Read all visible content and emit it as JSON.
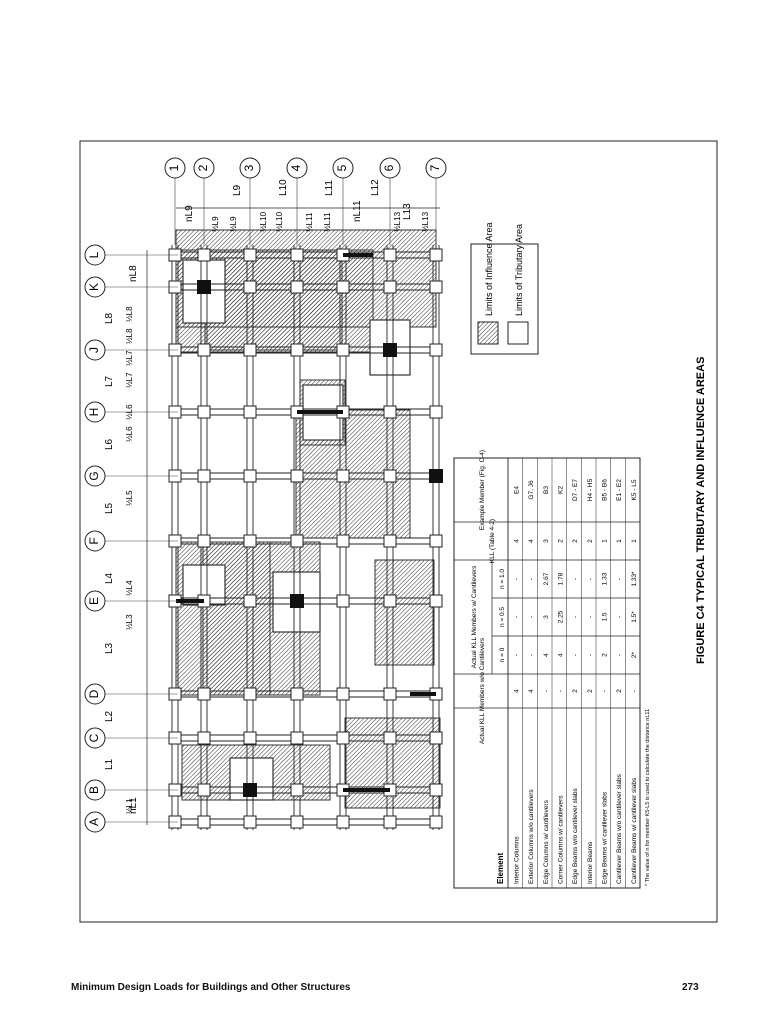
{
  "figure": {
    "caption": "FIGURE C4  TYPICAL TRIBUTARY AND INFLUENCE AREAS",
    "col_letters": [
      "A",
      "B",
      "C",
      "D",
      "E",
      "F",
      "G",
      "H",
      "J",
      "K",
      "L"
    ],
    "row_numbers": [
      "1",
      "2",
      "3",
      "4",
      "5",
      "6",
      "7"
    ],
    "letter_spans": [
      "L1",
      "L2",
      "L3",
      "L4",
      "L5",
      "L6",
      "L7",
      "L8"
    ],
    "letter_half_dims": [
      "½L1",
      "½L3",
      "½L4",
      "½L5",
      "½L6",
      "½L6",
      "½L7",
      "½L7",
      "½L8",
      "½L8"
    ],
    "letter_n_dims": [
      "nL1",
      "nL8"
    ],
    "number_spans": [
      "L9",
      "L10",
      "L11",
      "L12"
    ],
    "number_half_dims": [
      "½L9",
      "½L9",
      "½L10",
      "½L10",
      "½L11",
      "½L11",
      "½L13",
      "½L13"
    ],
    "number_n_dims": [
      "nL9",
      "nL11"
    ],
    "number_extra_dim": "L13",
    "legend": {
      "influence": "Limits of Influence Area",
      "tributary": "Limits of Tributary Area"
    }
  },
  "table": {
    "header_element": "Element",
    "header_wo": "Actual KLL Members w/o Cantilevers",
    "header_w": "Actual KLL Members w/ Cantilevers",
    "header_n0": "n = 0",
    "header_n05": "n = 0.5",
    "header_n10": "n = 1.0",
    "header_kll": "KLL (Table 4-2)",
    "header_example": "Example Member (Fig. C-4)",
    "rows": [
      {
        "element": "Interior Columns",
        "wo": "4",
        "n0": "-",
        "n05": "-",
        "n10": "-",
        "kll": "4",
        "ex": "E4"
      },
      {
        "element": "Exterior Columns w/o cantilevers",
        "wo": "4",
        "n0": "-",
        "n05": "-",
        "n10": "-",
        "kll": "4",
        "ex": "G7, J6"
      },
      {
        "element": "Edge Columns w/ cantilevers",
        "wo": "-",
        "n0": "4",
        "n05": "3",
        "n10": "2.67",
        "kll": "3",
        "ex": "B3"
      },
      {
        "element": "Corner Columns w/ cantilevers",
        "wo": "-",
        "n0": "4",
        "n05": "2.25",
        "n10": "1.78",
        "kll": "2",
        "ex": "K2"
      },
      {
        "element": "Edge Beams w/o cantilever slabs",
        "wo": "2",
        "n0": "-",
        "n05": "-",
        "n10": "-",
        "kll": "2",
        "ex": "D7 - E7"
      },
      {
        "element": "Interior Beams",
        "wo": "2",
        "n0": "-",
        "n05": "-",
        "n10": "-",
        "kll": "2",
        "ex": "H4 - H5"
      },
      {
        "element": "Edge Beams w/ cantilever slabs",
        "wo": "-",
        "n0": "2",
        "n05": "1.5",
        "n10": "1.33",
        "kll": "1",
        "ex": "B5 - B6"
      },
      {
        "element": "Cantilever Beams w/o cantilever slabs",
        "wo": "2",
        "n0": "-",
        "n05": "-",
        "n10": "-",
        "kll": "1",
        "ex": "E1 - E2"
      },
      {
        "element": "Cantilever Beams w/ cantilever slabs",
        "wo": "-",
        "n0": "2*",
        "n05": "1.5*",
        "n10": "1.33*",
        "kll": "1",
        "ex": "K5 - L5"
      }
    ],
    "footnote": "* The value of n for member K5-L5 is used to calculate the distance nL11"
  },
  "footer": {
    "title": "Minimum Design Loads for Buildings and Other Structures",
    "page": "273"
  }
}
